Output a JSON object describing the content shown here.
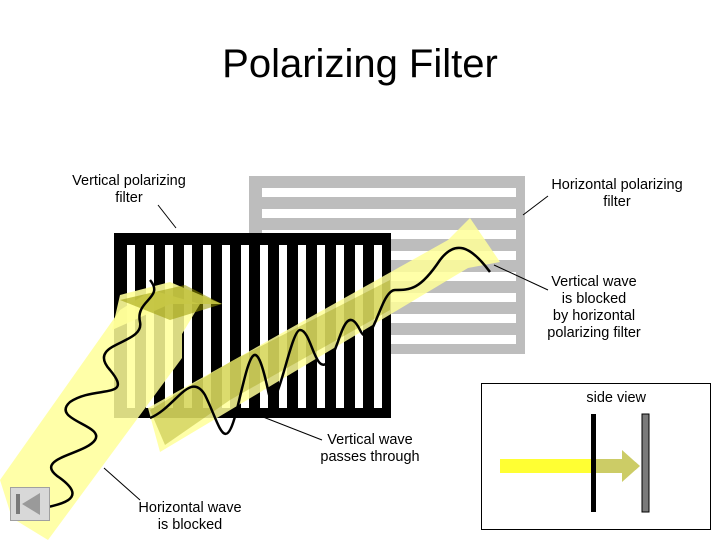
{
  "title": "Polarizing Filter",
  "labels": {
    "vertical_filter": "Vertical polarizing\nfilter",
    "horizontal_filter": "Horizontal polarizing\nfilter",
    "vertical_blocked": "Vertical wave\nis blocked\nby horizontal\npolarizing filter",
    "side_view": "side view",
    "vertical_passes": "Vertical wave\npasses through",
    "horizontal_blocked": "Horizontal wave\nis blocked"
  },
  "colors": {
    "beam": "#ffff99",
    "beam_dark": "#999900",
    "vertical_filter": "#000000",
    "horizontal_filter": "#bdbdbd",
    "side_beam": "#ffff33"
  },
  "icons": {
    "nav": "back-navigation-icon"
  }
}
